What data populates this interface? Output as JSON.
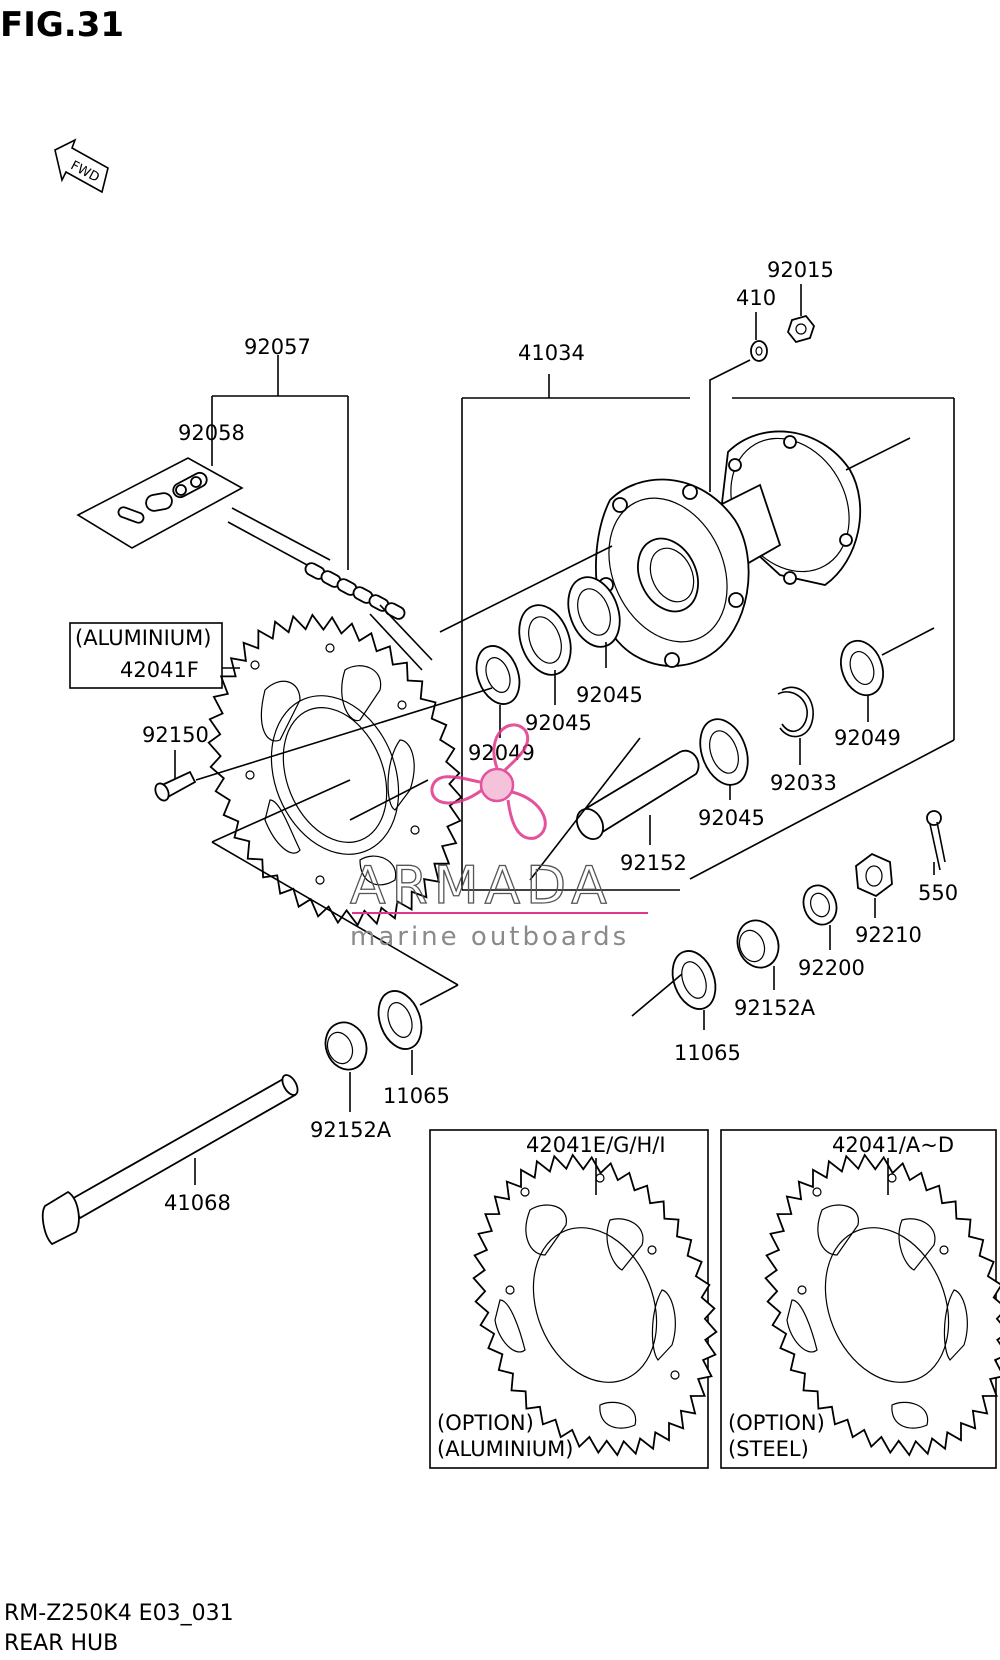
{
  "figure_title": "FIG.31",
  "fwd_label": "FWD",
  "labels": {
    "p92057": "92057",
    "p92058": "92058",
    "p41034": "41034",
    "p92015": "92015",
    "p410": "410",
    "aluminium_note": "(ALUMINIUM)",
    "p42041F": "42041F",
    "p92150": "92150",
    "p92045_a": "92045",
    "p92045_b": "92045",
    "p92045_c": "92045",
    "p92049_a": "92049",
    "p92049_b": "92049",
    "p92033": "92033",
    "p92152": "92152",
    "p550": "550",
    "p92210": "92210",
    "p92200": "92200",
    "p92152A_a": "92152A",
    "p92152A_b": "92152A",
    "p11065_a": "11065",
    "p11065_b": "11065",
    "p41068": "41068",
    "p42041EGHI": "42041E/G/H/I",
    "p42041AD": "42041/A~D"
  },
  "option_boxes": {
    "left_line1": "(OPTION)",
    "left_line2": "(ALUMINIUM)",
    "right_line1": "(OPTION)",
    "right_line2": "(STEEL)"
  },
  "watermark": {
    "brand": "ARMADA",
    "tagline": "marine outboards",
    "color": "#e0358a"
  },
  "footer": {
    "model_code": "RM-Z250K4 E03_031",
    "section_name": "REAR HUB"
  }
}
